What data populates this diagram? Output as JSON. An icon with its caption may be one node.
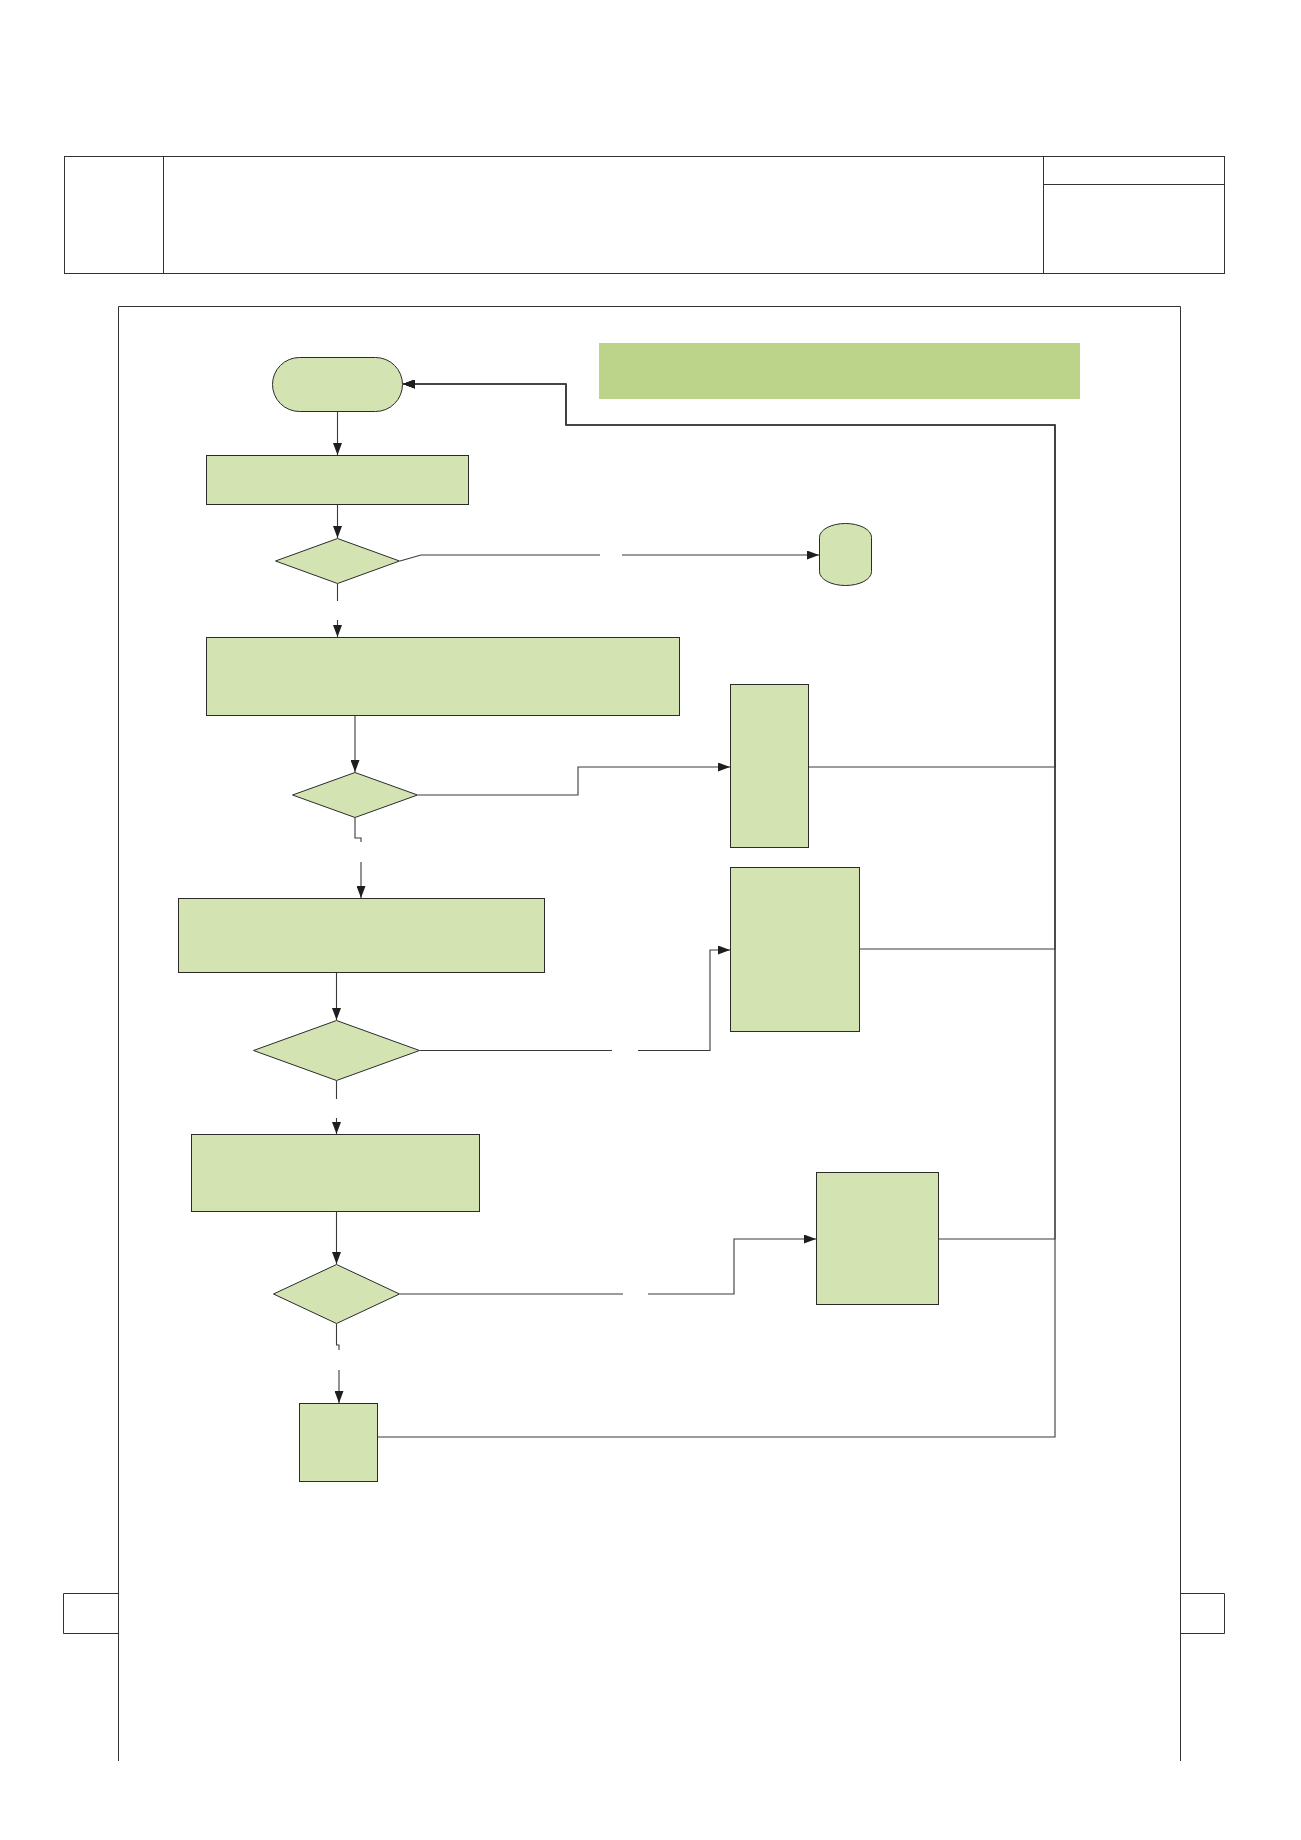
{
  "diagram": {
    "nodes": [
      {
        "text": [],
        "shape": "pill"
      },
      {
        "text": [],
        "shape": "bar"
      },
      {
        "text": [],
        "shape": "box"
      },
      {
        "text": [],
        "shape": "diamond"
      },
      {
        "text": [],
        "shape": "cylinder"
      },
      {
        "text": [],
        "shape": "box"
      },
      {
        "text": [],
        "shape": "diamond"
      },
      {
        "text": [],
        "shape": "box"
      },
      {
        "text": [],
        "shape": "box"
      },
      {
        "text": [],
        "shape": "box"
      },
      {
        "text": [],
        "shape": "diamond"
      },
      {
        "text": [],
        "shape": "box"
      },
      {
        "text": [],
        "shape": "diamond"
      },
      {
        "text": [],
        "shape": "box"
      },
      {
        "text": [],
        "shape": "box"
      }
    ],
    "edges": [
      {
        "from": 0,
        "to": 2,
        "arrow": "to"
      },
      {
        "from": 2,
        "to": 3,
        "arrow": "to"
      },
      {
        "from": 3,
        "to": 4,
        "arrow": "to"
      },
      {
        "from": 3,
        "to": 5,
        "arrow": "to"
      },
      {
        "from": 5,
        "to": 6,
        "arrow": "to"
      },
      {
        "from": 6,
        "to": 7,
        "arrow": "to"
      },
      {
        "from": 6,
        "to": 8,
        "arrow": "to"
      },
      {
        "from": 7,
        "to": 0,
        "arrow": "to"
      },
      {
        "from": 8,
        "to": 10,
        "arrow": "to"
      },
      {
        "from": 10,
        "to": 9,
        "arrow": "to"
      },
      {
        "from": 9,
        "to": 0,
        "arrow": "to"
      },
      {
        "from": 10,
        "to": 11,
        "arrow": "to"
      },
      {
        "from": 11,
        "to": 12,
        "arrow": "to"
      },
      {
        "from": 12,
        "to": 13,
        "arrow": "to"
      },
      {
        "from": 13,
        "to": 0,
        "arrow": "to"
      },
      {
        "from": 12,
        "to": 14,
        "arrow": "to"
      },
      {
        "from": 14,
        "to": 0,
        "arrow": "to"
      }
    ]
  }
}
